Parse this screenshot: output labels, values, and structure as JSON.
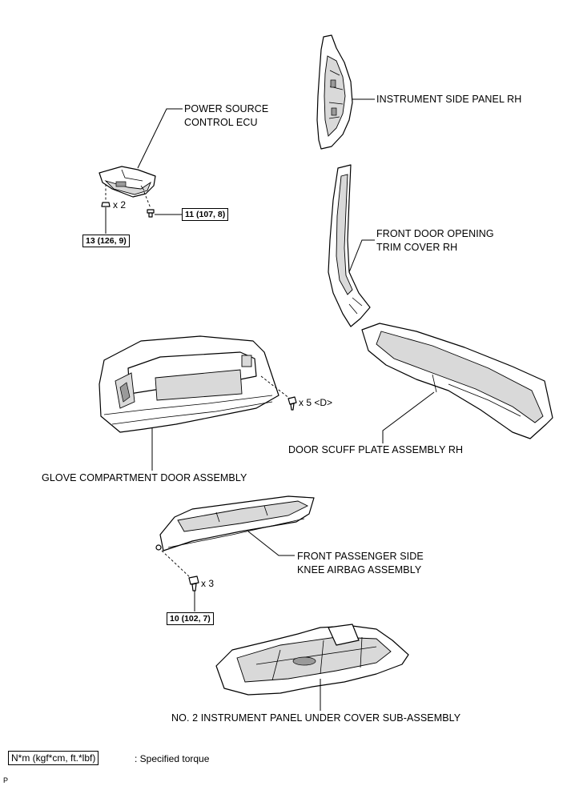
{
  "labels": {
    "instrument_side_panel": "INSTRUMENT SIDE PANEL RH",
    "power_source_line1": "POWER SOURCE",
    "power_source_line2": "CONTROL ECU",
    "front_door_trim_line1": "FRONT DOOR OPENING",
    "front_door_trim_line2": "TRIM COVER RH",
    "door_scuff_plate": "DOOR SCUFF PLATE ASSEMBLY RH",
    "glove_compartment": "GLOVE COMPARTMENT DOOR ASSEMBLY",
    "knee_airbag_line1": "FRONT PASSENGER SIDE",
    "knee_airbag_line2": "KNEE AIRBAG ASSEMBLY",
    "under_cover": "NO. 2 INSTRUMENT PANEL UNDER COVER SUB-ASSEMBLY"
  },
  "torques": {
    "ecu_bolt": "11 (107, 8)",
    "ecu_nut": "13 (126, 9)",
    "airbag_bolt": "10 (102, 7)"
  },
  "quantities": {
    "ecu_nut": "x 2",
    "glove_screw": "x 5 <D>",
    "airbag_bolt": "x 3"
  },
  "legend": {
    "unit_box": "N*m (kgf*cm, ft.*lbf)",
    "description": ": Specified torque"
  },
  "figure_code": "P"
}
